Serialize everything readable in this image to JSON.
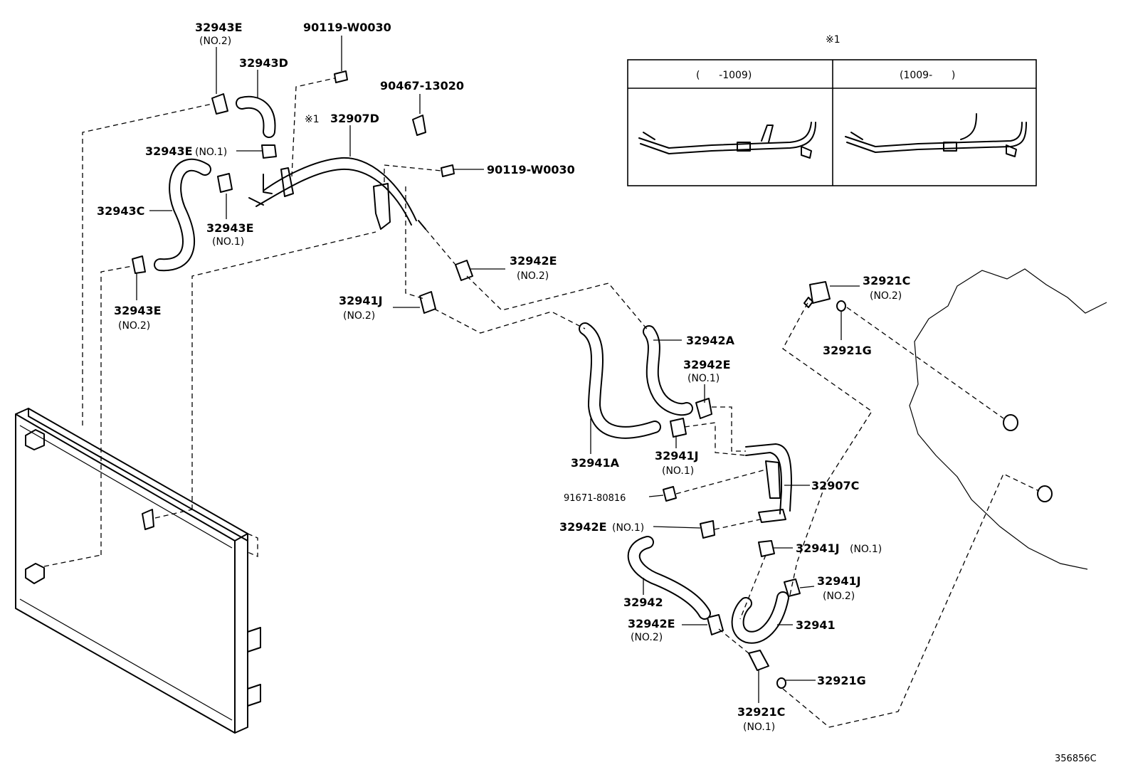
{
  "labels": {
    "l1": {
      "pn": "32943E",
      "sub": "(NO.2)"
    },
    "l2": {
      "pn": "32943D"
    },
    "l3": {
      "pn": "90119-W0030"
    },
    "l4": {
      "pn": "90467-13020"
    },
    "l5": {
      "pn": "32907D",
      "prefix": "※1"
    },
    "l6": {
      "pn": "32943E",
      "sub": "(NO.1)"
    },
    "l7": {
      "pn": "32943C"
    },
    "l8": {
      "pn": "90119-W0030"
    },
    "l9": {
      "pn": "32943E",
      "sub": "(NO.1)"
    },
    "l10": {
      "pn": "32943E",
      "sub": "(NO.2)"
    },
    "l11": {
      "pn": "32942E",
      "sub": "(NO.2)"
    },
    "l12": {
      "pn": "32941J",
      "sub": "(NO.2)"
    },
    "l13": {
      "pn": "32942A"
    },
    "l14": {
      "pn": "32921C",
      "sub": "(NO.2)"
    },
    "l15": {
      "pn": "32921G"
    },
    "l16": {
      "pn": "32942E",
      "sub": "(NO.1)"
    },
    "l17": {
      "pn": "32941A"
    },
    "l18": {
      "pn": "32941J",
      "sub": "(NO.1)"
    },
    "l19": {
      "pn": "32907C"
    },
    "l20": {
      "pn": "91671-80816"
    },
    "l21": {
      "pn": "32942E",
      "sub": "(NO.1)"
    },
    "l22": {
      "pn": "32941J",
      "sub": "(NO.1)"
    },
    "l23": {
      "pn": "32941J",
      "sub": "(NO.2)"
    },
    "l24": {
      "pn": "32942"
    },
    "l25": {
      "pn": "32941"
    },
    "l26": {
      "pn": "32942E",
      "sub": "(NO.2)"
    },
    "l27": {
      "pn": "32921G"
    },
    "l28": {
      "pn": "32921C",
      "sub": "(NO.1)"
    }
  },
  "inset": {
    "marker": "※1",
    "left_header": "(      -1009)",
    "right_header": "(1009-      )"
  },
  "illustration_ref": "356856C"
}
